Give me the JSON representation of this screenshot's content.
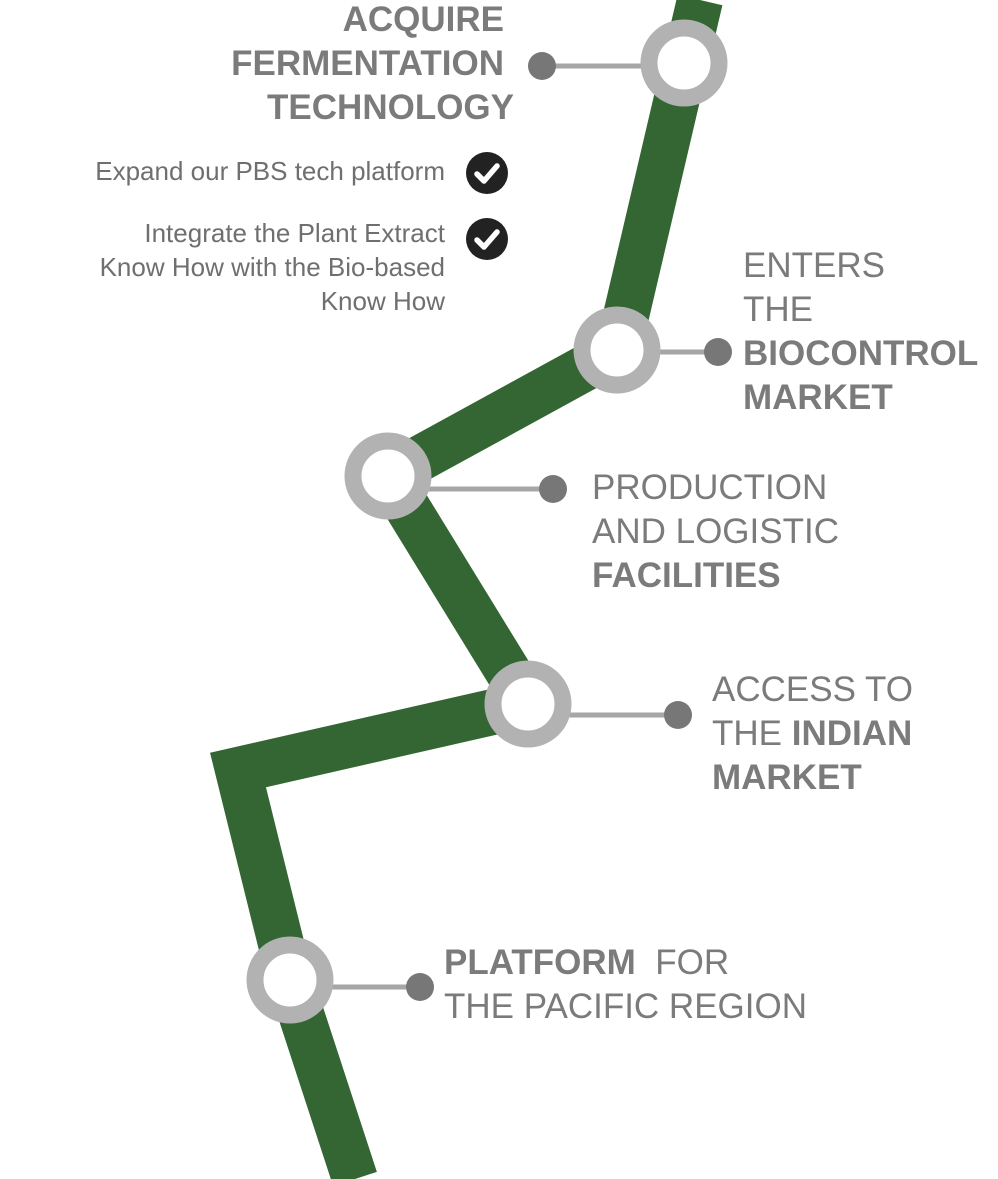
{
  "colors": {
    "path": "#336633",
    "node_ring": "#b2b2b2",
    "connector": "#a6a6a6",
    "dot": "#777777",
    "text": "#7b7b7b",
    "check_bg": "#222222"
  },
  "milestones": {
    "fermentation": {
      "line1": "ACQUIRE",
      "line2": "FERMENTATION",
      "line3": "TECHNOLOGY",
      "items": [
        {
          "text": "Expand our PBS tech platform",
          "icon": "checkmark-circle-icon"
        },
        {
          "line1": "Integrate the Plant Extract",
          "line2": "Know How with the Bio-based",
          "line3": "Know How",
          "icon": "checkmark-circle-icon"
        }
      ]
    },
    "biocontrol": {
      "line1": "ENTERS",
      "line2": "THE",
      "line3_bold": "BIOCONTROL",
      "line4_bold": "MARKET"
    },
    "production": {
      "line1": "PRODUCTION",
      "line2": "AND LOGISTIC",
      "line3_bold": "FACILITIES"
    },
    "indian": {
      "line1": "ACCESS TO",
      "line2_plain": "THE ",
      "line2_bold": "INDIAN",
      "line3_bold": "MARKET"
    },
    "pacific": {
      "line1_bold": "PLATFORM",
      "line1_plain": "  FOR",
      "line2": "THE PACIFIC REGION"
    }
  }
}
